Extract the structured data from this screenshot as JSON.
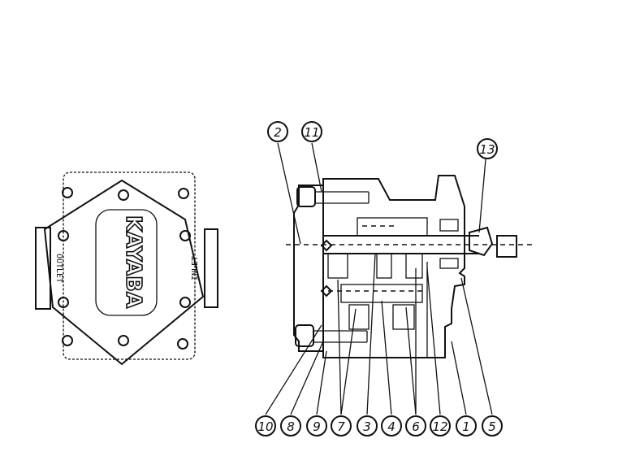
{
  "front_view": {
    "logo": "KAYABA",
    "outlet_label": "OUTLET",
    "inlet_label": "INLET"
  },
  "callouts": [
    {
      "id": "c2",
      "text": "2"
    },
    {
      "id": "c11",
      "text": "11"
    },
    {
      "id": "c13",
      "text": "13"
    },
    {
      "id": "c10",
      "text": "10"
    },
    {
      "id": "c8",
      "text": "8"
    },
    {
      "id": "c9",
      "text": "9"
    },
    {
      "id": "c7",
      "text": "7"
    },
    {
      "id": "c3",
      "text": "3"
    },
    {
      "id": "c4",
      "text": "4"
    },
    {
      "id": "c6",
      "text": "6"
    },
    {
      "id": "c12",
      "text": "12"
    },
    {
      "id": "c1",
      "text": "1"
    },
    {
      "id": "c5",
      "text": "5"
    }
  ]
}
